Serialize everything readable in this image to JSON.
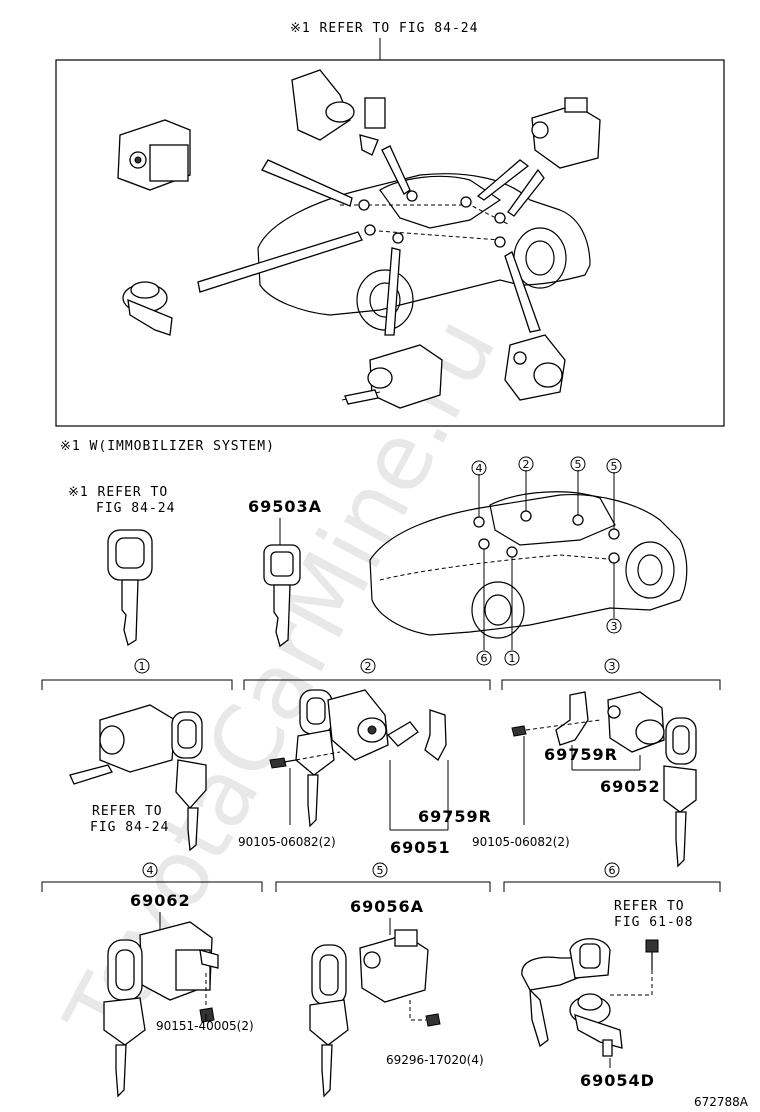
{
  "header": {
    "refer_fig_top": "※1 REFER TO FIG 84-24"
  },
  "note": {
    "immobilizer": "※1 W(IMMOBILIZER SYSTEM)"
  },
  "key_refer": {
    "line1": "※1 REFER TO",
    "line2": "FIG 84-24"
  },
  "parts": {
    "key_blank": "69503A",
    "lock_69759R_a": "69759R",
    "lock_69051": "69051",
    "lock_69759R_b": "69759R",
    "lock_69052": "69052",
    "lock_69062": "69062",
    "lock_69056A": "69056A",
    "lock_69054D": "69054D"
  },
  "bolts": {
    "b1": "90105-06082(2)",
    "b2": "90105-06082(2)",
    "b3": "90151-40005(2)",
    "b4": "69296-17020(4)"
  },
  "refers": {
    "fig84_line1": "REFER TO",
    "fig84_line2": "FIG 84-24",
    "fig61_line1": "REFER TO",
    "fig61_line2": "FIG 61-08"
  },
  "callouts": {
    "c1": "1",
    "c2": "2",
    "c3": "3",
    "c4": "4",
    "c5": "5",
    "c6": "6"
  },
  "diagram_id": "672788A",
  "watermark": "ToyotaCarMine.ru"
}
